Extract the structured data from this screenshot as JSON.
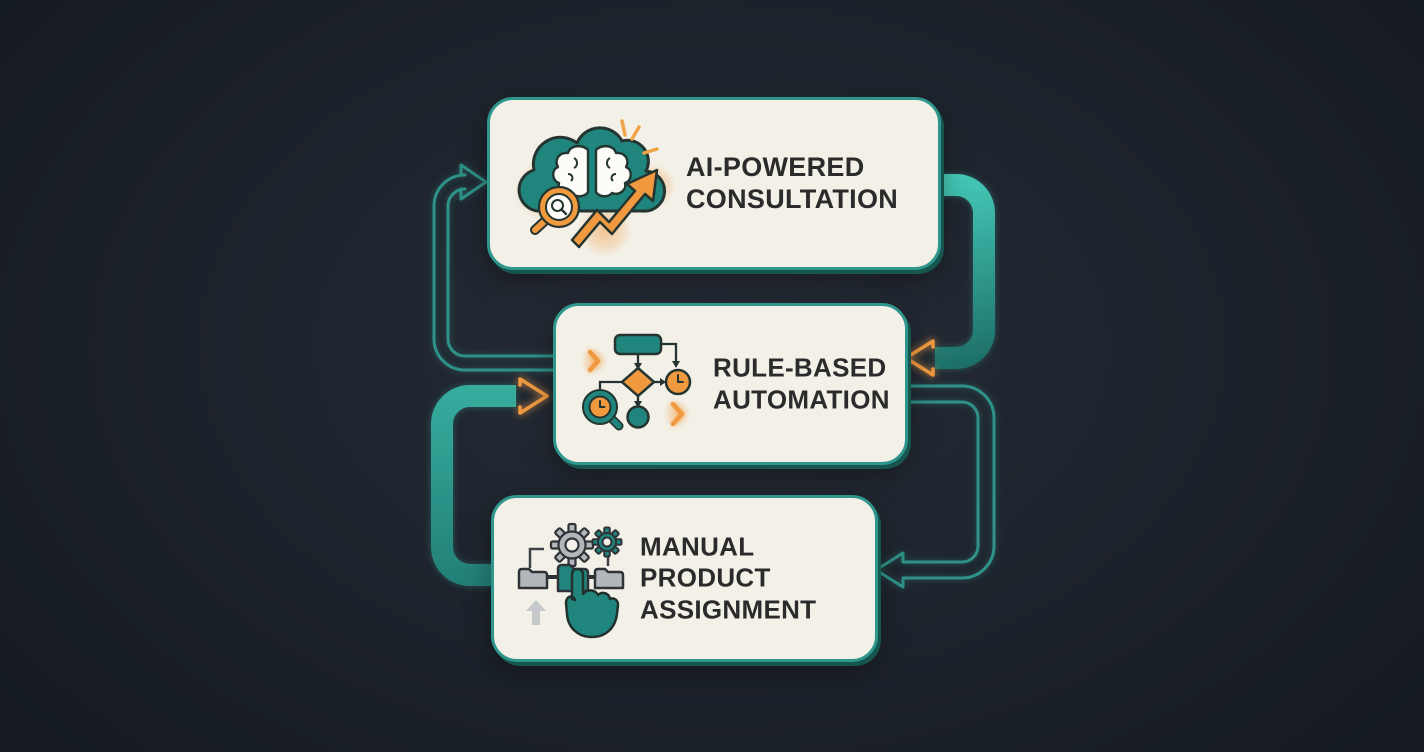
{
  "diagram_title": "",
  "colors": {
    "background": "#1d222b",
    "card_fill": "#f3f0e8",
    "card_border": "#2f968d",
    "teal_fill": "#20857c",
    "teal_band_bright": "#45c9b8",
    "teal_band_dark": "#1d6e67",
    "orange_accent": "#f0993f",
    "label_text": "#2b2b2b",
    "icon_outline": "#243430",
    "gray_fill": "#b3b7bb"
  },
  "nodes": [
    {
      "id": "ai-consultation",
      "line1": "AI-POWERED",
      "line2": "CONSULTATION",
      "icon": "cloud-brain-growth-icon"
    },
    {
      "id": "rule-automation",
      "line1": "RULE-BASED",
      "line2": "AUTOMATION",
      "icon": "flowchart-decision-icon"
    },
    {
      "id": "manual-assignment",
      "line1": "MANUAL PRODUCT",
      "line2": "ASSIGNMENT",
      "icon": "gears-folders-hand-icon"
    }
  ],
  "connectors": [
    {
      "from": "rule-automation",
      "to": "ai-consultation",
      "side": "left",
      "style": "outlined-hollow-arrow",
      "arrow_color": "teal"
    },
    {
      "from": "ai-consultation",
      "to": "rule-automation",
      "side": "right",
      "style": "solid-gradient-band",
      "arrow_color": "orange"
    },
    {
      "from": "manual-assignment",
      "to": "rule-automation",
      "side": "left",
      "style": "solid-gradient-band",
      "arrow_color": "orange"
    },
    {
      "from": "rule-automation",
      "to": "manual-assignment",
      "side": "right",
      "style": "outlined-hollow-arrow",
      "arrow_color": "teal"
    }
  ]
}
